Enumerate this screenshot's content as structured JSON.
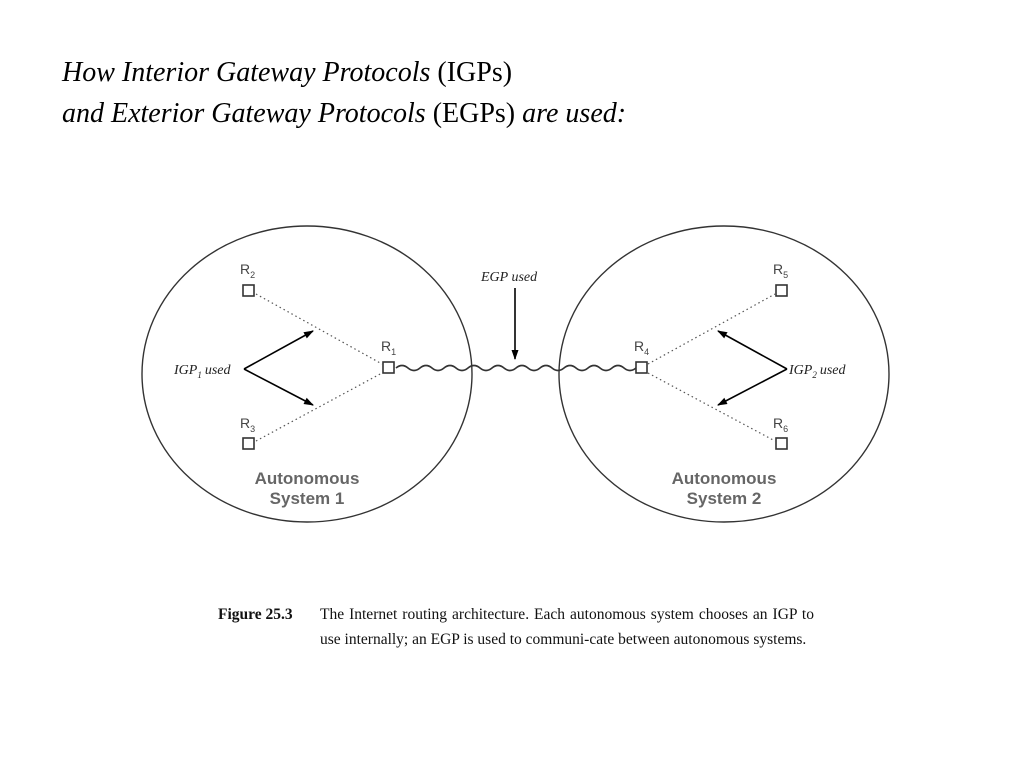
{
  "title": {
    "line1_italic": "How Interior Gateway Protocols",
    "line1_plain": "(IGPs)",
    "line2_italic": "and Exterior Gateway Protocols",
    "line2_plain": "(EGPs)",
    "line2_tail_italic": "are used:"
  },
  "diagram": {
    "routers": [
      {
        "base": "R",
        "sub": "2"
      },
      {
        "base": "R",
        "sub": "3"
      },
      {
        "base": "R",
        "sub": "1"
      },
      {
        "base": "R",
        "sub": "4"
      },
      {
        "base": "R",
        "sub": "5"
      },
      {
        "base": "R",
        "sub": "6"
      }
    ],
    "igp1": {
      "prefix": "IGP",
      "sub": "1",
      "suffix": "used"
    },
    "igp2": {
      "prefix": "IGP",
      "sub": "2",
      "suffix": "used"
    },
    "egp_label": "EGP used",
    "as1": {
      "line1": "Autonomous",
      "line2": "System 1"
    },
    "as2": {
      "line1": "Autonomous",
      "line2": "System 2"
    }
  },
  "caption": {
    "label": "Figure 25.3",
    "text": "The Internet routing architecture. Each autonomous system chooses an IGP to use internally; an EGP is used to communi-cate between autonomous systems."
  }
}
